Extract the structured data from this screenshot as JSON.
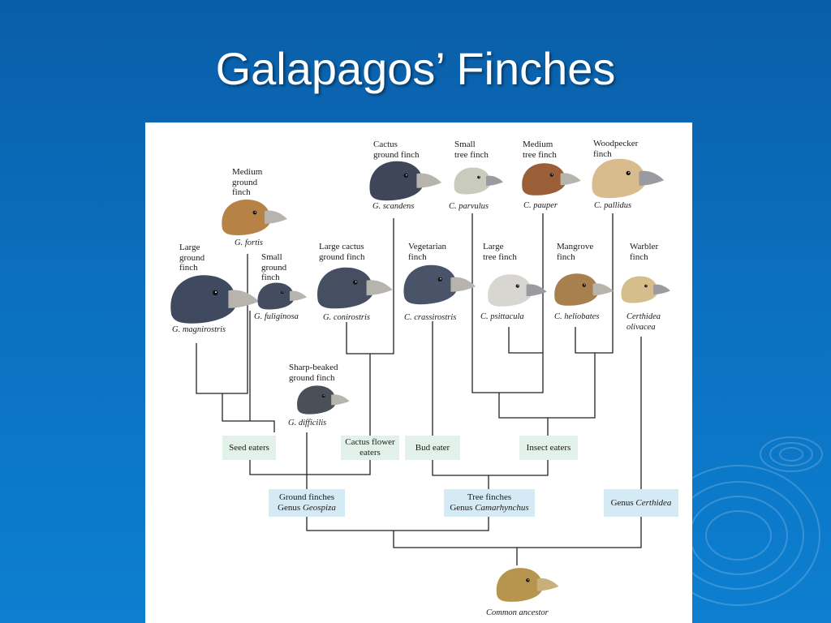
{
  "slide": {
    "title": "Galapagos’ Finches"
  },
  "colors": {
    "background": "#0b6fbf",
    "panel": "#ffffff",
    "green_box": "#e2f2ea",
    "blue_box": "#d4ebf6"
  },
  "finches": [
    {
      "common": "Large\nground\nfinch",
      "species": "G. magnirostris",
      "color": "#3f4a60"
    },
    {
      "common": "Medium\nground\nfinch",
      "species": "G. fortis",
      "color": "#b78246"
    },
    {
      "common": "Small\nground\nfinch",
      "species": "G. fuliginosa",
      "color": "#444c60"
    },
    {
      "common": "Sharp-beaked\nground finch",
      "species": "G. difficilis",
      "color": "#4b5058"
    },
    {
      "common": "Large cactus\nground finch",
      "species": "G. conirostris",
      "color": "#464e62"
    },
    {
      "common": "Cactus\nground finch",
      "species": "G. scandens",
      "color": "#3e4658"
    },
    {
      "common": "Vegetarian\nfinch",
      "species": "C. crassirostris",
      "color": "#4a5468"
    },
    {
      "common": "Small\ntree finch",
      "species": "C. parvulus",
      "color": "#c9ccbd"
    },
    {
      "common": "Large\ntree finch",
      "species": "C. psittacula",
      "color": "#d8d6d0"
    },
    {
      "common": "Medium\ntree finch",
      "species": "C. pauper",
      "color": "#9a5f36"
    },
    {
      "common": "Mangrove\nfinch",
      "species": "C. heliobates",
      "color": "#a8804e"
    },
    {
      "common": "Woodpecker\nfinch",
      "species": "C. pallidus",
      "color": "#d9bc8e"
    },
    {
      "common": "Warbler\nfinch",
      "species": "Certhidea\nolivacea",
      "color": "#d6be8c"
    }
  ],
  "groups": {
    "seed_eaters": "Seed eaters",
    "cactus_flower_eaters": "Cactus flower\neaters",
    "bud_eater": "Bud eater",
    "insect_eaters": "Insect eaters",
    "ground_finches": "Ground finches",
    "genus_prefix": "Genus",
    "geospiza": "Geospiza",
    "tree_finches": "Tree finches",
    "camarhynchus": "Camarhynchus",
    "certhidea": "Certhidea"
  },
  "ancestor": {
    "label": "Common ancestor",
    "color": "#b8954f"
  }
}
